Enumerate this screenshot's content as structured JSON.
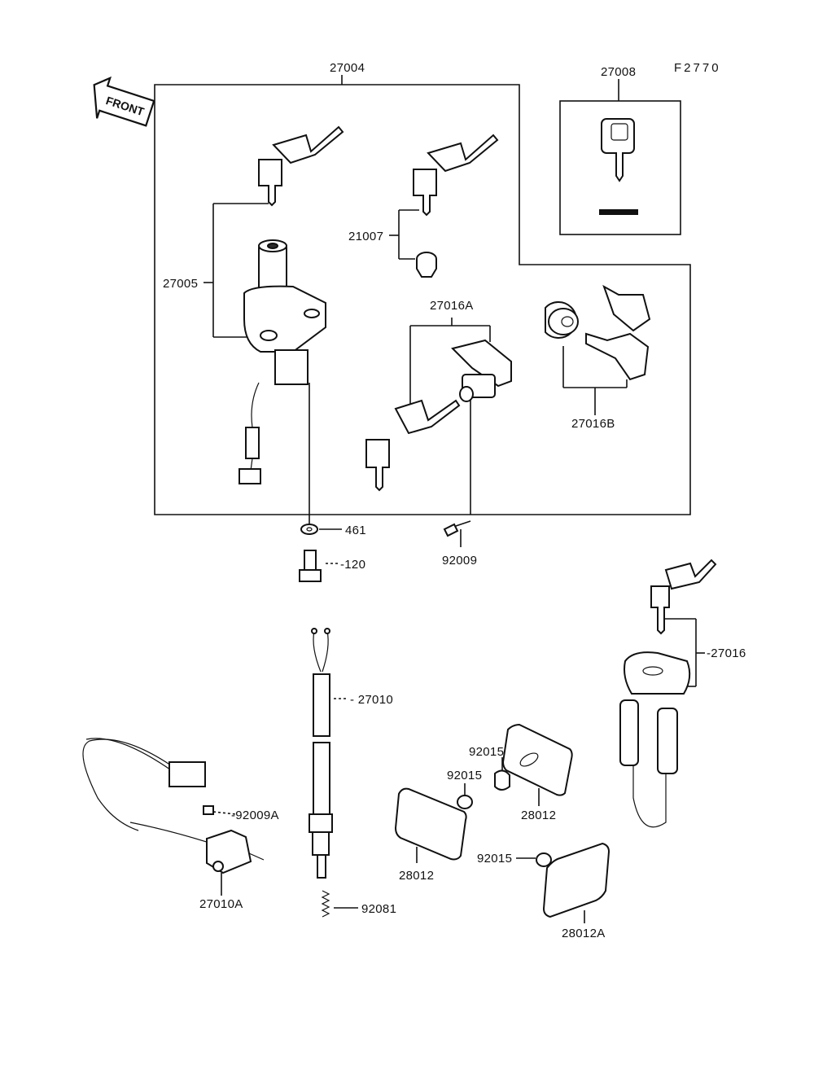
{
  "figure_code": "F2770",
  "front_arrow": "FRONT",
  "labels": {
    "l27004": "27004",
    "l27008": "27008",
    "l27005": "27005",
    "l21007": "21007",
    "l27016A": "27016A",
    "l27016B": "27016B",
    "l461": "461",
    "l120": "-120",
    "l92009": "92009",
    "l27016": "-27016",
    "l27010": "- 27010",
    "l92015a": "92015",
    "l92015b": "92015",
    "l92015c": "92015",
    "l28012a": "28012",
    "l28012b": "28012",
    "l92009A": "-92009A",
    "l27010A": "27010A",
    "l92081": "92081",
    "l28012A": "28012A"
  },
  "colors": {
    "ink": "#111111",
    "background": "#ffffff"
  }
}
